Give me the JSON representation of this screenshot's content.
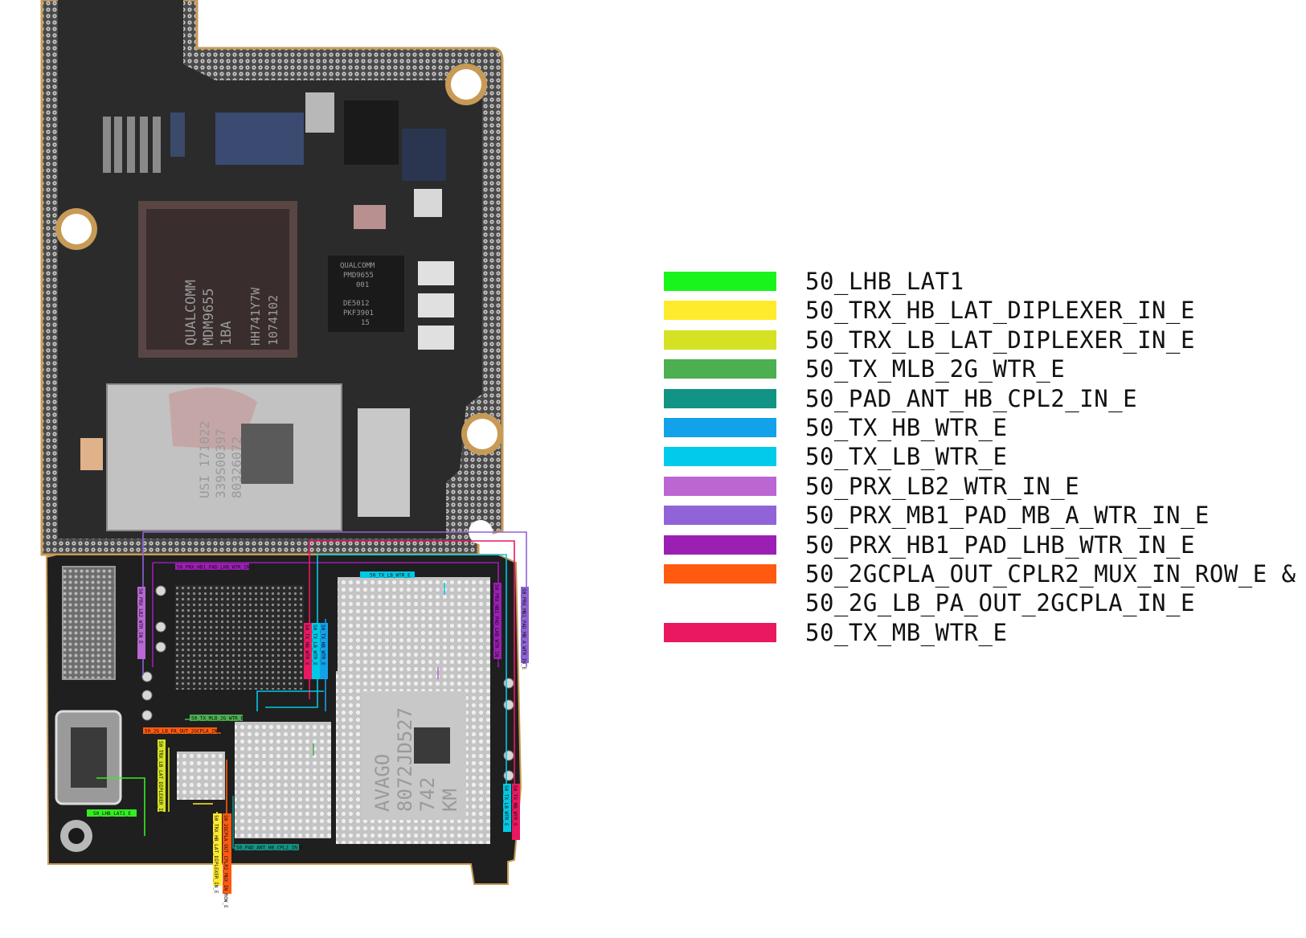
{
  "board": {
    "chips": {
      "qualcomm_modem": [
        "QUALCOMM",
        "MDM9655",
        "1BA",
        "HH741Y7W",
        "1074102"
      ],
      "qualcomm_pmic": [
        "QUALCOMM",
        "PMD9655",
        "001",
        "DE5012",
        "PKF3901",
        "15"
      ],
      "shield_can": [
        "USI 171022",
        "339S00397",
        "80326072"
      ],
      "avago": [
        "AVAGO",
        "8072JD527",
        "742",
        "KM"
      ]
    },
    "trace_tags": [
      {
        "id": "prx_hb1",
        "text": "50_PRX_HB1_PAD_LHB_WTR_IN_E",
        "color": "#9c1fb4"
      },
      {
        "id": "tx_lb",
        "text": "50_TX_LB_WTR_E",
        "color": "#00c9e6"
      },
      {
        "id": "tx_mlb",
        "text": "50_TX_MLB_2G_WTR_E",
        "color": "#4caf50"
      },
      {
        "id": "lb_pa",
        "text": "50_2G_LB_PA_OUT_2GCPLA_IN_E",
        "color": "#ff5a10"
      },
      {
        "id": "lhb",
        "text": "50_LHB_LAT1_E",
        "color": "#33ee22"
      },
      {
        "id": "pad_ant",
        "text": "50_PAD_ANT_HB_CPL2_IN_E",
        "color": "#139484"
      },
      {
        "id": "trx_lb_v",
        "text": "50_TRX_LB_LAT_DIPLEXER_IN_E",
        "color": "#d4e223"
      },
      {
        "id": "trx_hb_v",
        "text": "50_TRX_HB_LAT_DIPLEXER_IN_E",
        "color": "#ffeb2e"
      },
      {
        "id": "gcpla_v",
        "text": "50_2GCPLA_OUT_CPLR2_MUX_IN_ROW_E",
        "color": "#ff5a10"
      },
      {
        "id": "prx_lb2_v",
        "text": "50_PRX_LB2_WTR_IN_E",
        "color": "#b867d4"
      },
      {
        "id": "prx_mb1_v",
        "text": "50_PRX_MB1_PAD_MB_A_WTR_IN_E",
        "color": "#9063d6"
      },
      {
        "id": "prx_hb1_v",
        "text": "50_PRX_HB1_PAD_LHB_WTR_IN_E",
        "color": "#9c1fb4"
      },
      {
        "id": "tx_hb_v",
        "text": "50_TX_HB_WTR_E",
        "color": "#12a2ea"
      },
      {
        "id": "tx_lb_v",
        "text": "50_TX_LB_WTR_E",
        "color": "#00c9e6"
      },
      {
        "id": "tx_mb_v",
        "text": "50_TX_MB_WTR_E",
        "color": "#ea1861"
      },
      {
        "id": "tx_mb2_v",
        "text": "50_TX_MB_WTR_E",
        "color": "#ea1861"
      },
      {
        "id": "tx_lb2_v",
        "text": "50_TX_LB_WTR_E",
        "color": "#00c9e6"
      }
    ]
  },
  "legend": [
    {
      "label": "50_LHB_LAT1",
      "color": "#19f51c"
    },
    {
      "label": "50_TRX_HB_LAT_DIPLEXER_IN_E",
      "color": "#ffeb2e"
    },
    {
      "label": "50_TRX_LB_LAT_DIPLEXER_IN_E",
      "color": "#d4e223"
    },
    {
      "label": "50_TX_MLB_2G_WTR_E",
      "color": "#4caf50"
    },
    {
      "label": "50_PAD_ANT_HB_CPL2_IN_E",
      "color": "#119484"
    },
    {
      "label": "50_TX_HB_WTR_E",
      "color": "#12a2ea"
    },
    {
      "label": "50_TX_LB_WTR_E",
      "color": "#00cbea"
    },
    {
      "label": "50_PRX_LB2_WTR_IN_E",
      "color": "#bb66d2"
    },
    {
      "label": "50_PRX_MB1_PAD_MB_A_WTR_IN_E",
      "color": "#9064d8"
    },
    {
      "label": "50_PRX_HB1_PAD_LHB_WTR_IN_E",
      "color": "#9c1fb4"
    },
    {
      "label": "50_2GCPLA_OUT_CPLR2_MUX_IN_ROW_E &",
      "color": "#ff5a10"
    },
    {
      "label": "50_2G_LB_PA_OUT_2GCPLA_IN_E",
      "color": ""
    },
    {
      "label": "50_TX_MB_WTR_E",
      "color": "#ea1861"
    }
  ]
}
